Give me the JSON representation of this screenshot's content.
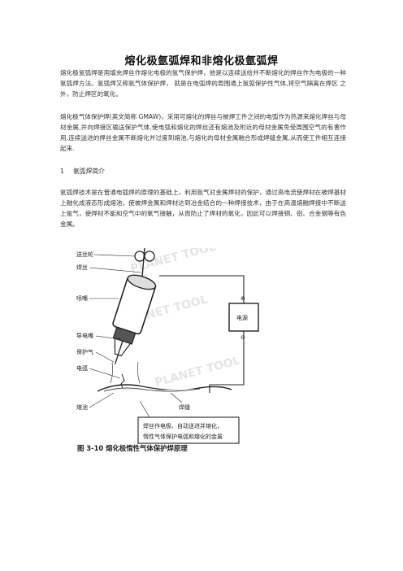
{
  "document": {
    "title": "熔化极氩弧焊和非熔化极氩弧焊",
    "paragraph1": "熔化极氩弧焊是用填充焊丝作熔化电极的氩气保护焊，他是以连续送给并不断熔化的焊丝作为电极的一种氩弧焊方法。氩弧焊又称氩气体保护焊， 就是在电弧焊的周围通上氩弧保护性气体,将空气隔离在焊区 之外，防止焊区的氧化。",
    "paragraph2": "熔化极气体保护焊(英文简称 GMAW)，采用可熔化的焊丝与被焊工件之间的电弧作为热源来熔化焊丝与母材金属,并向焊接区输送保护气体,使电弧和熔化的焊丝还有熔池及附近的母材金属免受周围空气的有害作用.连续送进的焊丝金属不断熔化并过度到熔池,与熔化的母材金属融合形成焊缝金属,从而使工件相互连接起来.",
    "section": {
      "number": "1",
      "title": "氩弧焊简介"
    },
    "paragraph3": "氩弧焊技术是在普通电弧焊的原理的基础上，利用氩气对金属焊材的保护，通过高电流使焊材在被焊基材上融化成液态形成熔池，使被焊金属和焊材达到冶金结合的一种焊接技术，由于在高温熔融焊接中不断送上氩气，使焊材不能和空气中的氧气接触，从而防止了焊材的氧化，因此可以焊接铜、铝、合金钢等有色金属。"
  },
  "figure": {
    "labels": {
      "wire_feed_roller": "送丝轮",
      "wire": "焊丝",
      "nozzle": "喷嘴",
      "contact_tube": "导电嘴",
      "shield_gas": "保护气",
      "arc": "电弧",
      "molten_pool": "熔池",
      "weld_bead": "焊缝",
      "power_supply": "电源",
      "plus": "⊕",
      "minus": "⊖"
    },
    "note_line1": "焊丝作电极、自动送进并熔化，",
    "note_line2": "惰性气体保护电弧和熔化的金属",
    "caption": "图 3-10   熔化极惰性气体保护焊原理",
    "watermark": "PLANET TOOL"
  }
}
